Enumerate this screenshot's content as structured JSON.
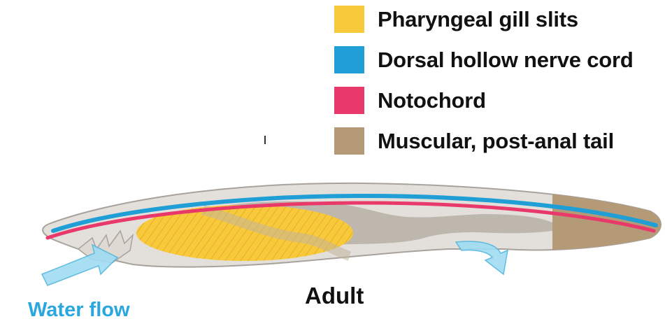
{
  "legend": [
    {
      "label": "Pharyngeal gill slits",
      "color": "#f9c93c"
    },
    {
      "label": "Dorsal hollow nerve cord",
      "color": "#1f9fd6"
    },
    {
      "label": "Notochord",
      "color": "#e8396a"
    },
    {
      "label": "Muscular, post-anal tail",
      "color": "#b59a78"
    }
  ],
  "labels": {
    "stage": "Adult",
    "water_flow": "Water flow"
  },
  "colors": {
    "body": "#e3e0dc",
    "body_outline": "#a7a29b",
    "gut": "#b2aa9f",
    "water_arrow": "#9fdcf2",
    "water_arrow_outline": "#4fb6de"
  }
}
